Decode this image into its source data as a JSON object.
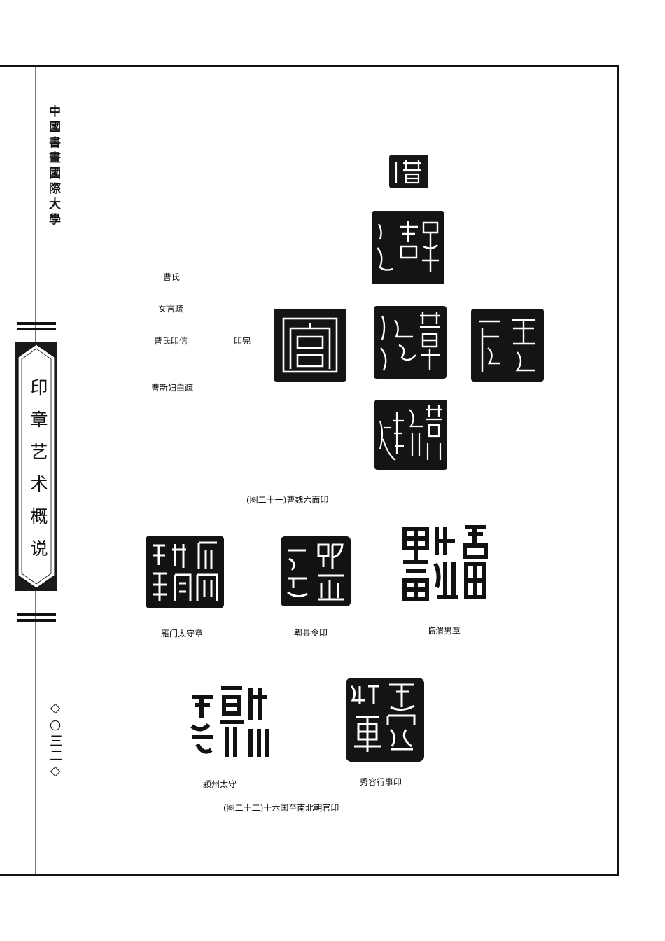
{
  "sidebar": {
    "university": "中國書畫國際大學",
    "book_title": "印章艺术概说",
    "page_number": "◇○三二◇"
  },
  "figure21": {
    "caption": "(图二十一)曹魏六面印",
    "labels": {
      "top": "曹氏",
      "upper": "女言疏",
      "center": "曹氏印信",
      "left": "印完",
      "bottom": "曹新妇白疏"
    }
  },
  "figure22": {
    "caption": "(图二十二)十六国至南北朝官印",
    "seals": [
      {
        "label": "雁门太守章"
      },
      {
        "label": "郫县令印"
      },
      {
        "label": "临渭男章"
      },
      {
        "label": "颍州太守"
      },
      {
        "label": "秀容行事印"
      }
    ]
  }
}
